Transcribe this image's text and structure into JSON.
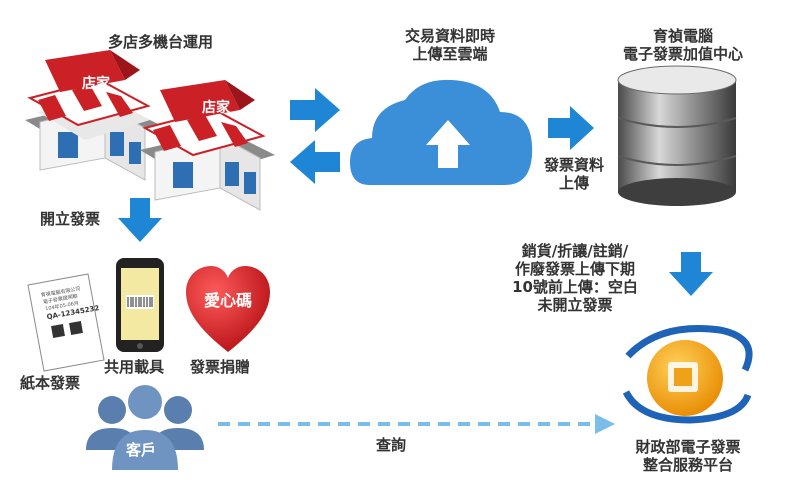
{
  "labels": {
    "multi_store": "多店多機台運用",
    "upload_realtime": [
      "交易資料即時",
      "上傳至雲端"
    ],
    "vendor": [
      "育禎電腦",
      "電子發票加值中心"
    ],
    "data_upload": [
      "發票資料",
      "上傳"
    ],
    "issue_invoice": "開立發票",
    "notes": [
      "銷貨/折讓/註銷/",
      "作廢發票上傳下期",
      "10號前上傳：空白",
      "未開立發票"
    ],
    "paper_invoice": "紙本發票",
    "shared_carrier": "共用載具",
    "donation": "發票捐贈",
    "customer": "客戶",
    "query": "查詢",
    "platform": [
      "財政部電子發票",
      "整合服務平台"
    ]
  },
  "stores": [
    {
      "sign": "店家"
    },
    {
      "sign": "店家"
    }
  ],
  "receipt": {
    "lines": [
      "育禎電腦有限公司",
      "電子發票證明聯",
      "104年05-06月",
      "QA-12345232"
    ]
  },
  "heart": {
    "text": "愛心碼"
  },
  "colors": {
    "arrow_blue": "#1f86d6",
    "cloud_blue": "#3b8fd8",
    "heart_red": "#d8141b",
    "roof_red": "#cc2027",
    "person_blue": "#5a7fae"
  },
  "icons": [
    "store-icon",
    "cloud-upload-icon",
    "database-icon",
    "receipt-icon",
    "phone-barcode-icon",
    "heart-icon",
    "customer-people-icon",
    "platform-logo-icon"
  ]
}
